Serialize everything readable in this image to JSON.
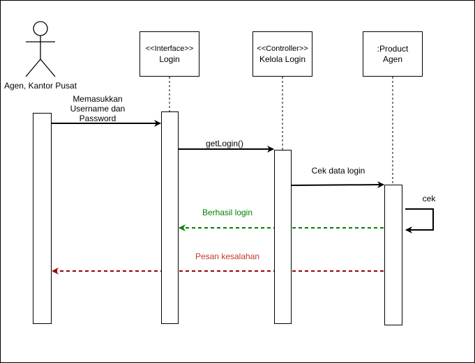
{
  "colors": {
    "line": "#000000",
    "success": "#008000",
    "error_line": "#990000",
    "error_text": "#c0392b"
  },
  "actor": {
    "name": "Agen, Kantor Pusat",
    "icon": "stick-figure-icon"
  },
  "lifelines": [
    {
      "stereotype": "<<Interface>>",
      "name": "Login"
    },
    {
      "stereotype": "<<Controller>>",
      "name": "Kelola Login"
    },
    {
      "stereotype": ":Product",
      "name": "Agen"
    }
  ],
  "messages": [
    {
      "line1": "Memasukkan",
      "line2": "Username dan",
      "line3": "Password"
    },
    {
      "label": "getLogin()"
    },
    {
      "label": "Cek data login"
    },
    {
      "label": "cek"
    },
    {
      "label": "Berhasil login"
    },
    {
      "label": "Pesan kesalahan"
    }
  ]
}
